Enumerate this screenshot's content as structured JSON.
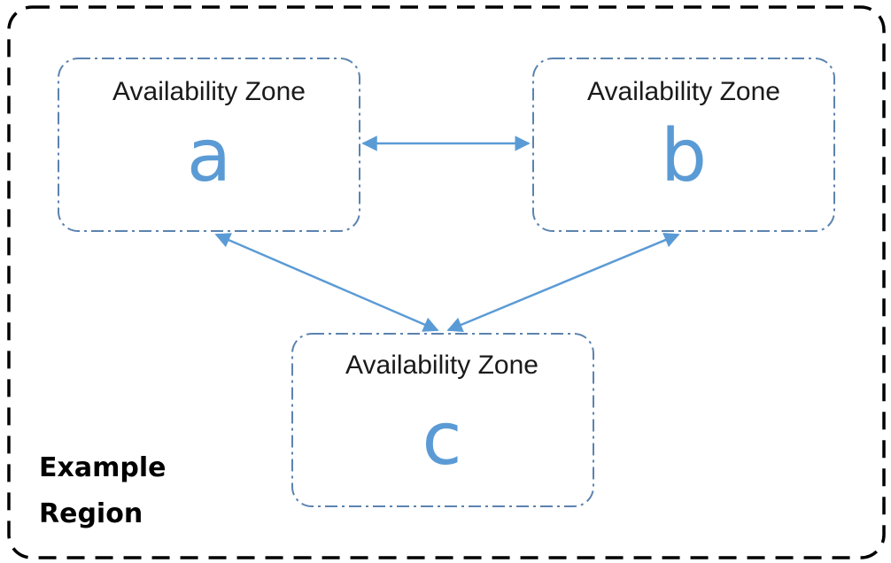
{
  "region": {
    "label_line1": "Example",
    "label_line2": "Region"
  },
  "zones": [
    {
      "title": "Availability Zone",
      "letter": "a"
    },
    {
      "title": "Availability Zone",
      "letter": "b"
    },
    {
      "title": "Availability Zone",
      "letter": "c"
    }
  ],
  "connections": [
    {
      "from": "a",
      "to": "b",
      "bidirectional": true
    },
    {
      "from": "a",
      "to": "c",
      "bidirectional": true
    },
    {
      "from": "b",
      "to": "c",
      "bidirectional": true
    }
  ],
  "colors": {
    "region_border": "#000000",
    "zone_border": "#5b83b0",
    "arrow": "#5b9bd5",
    "zone_letter": "#5b9bd5"
  }
}
